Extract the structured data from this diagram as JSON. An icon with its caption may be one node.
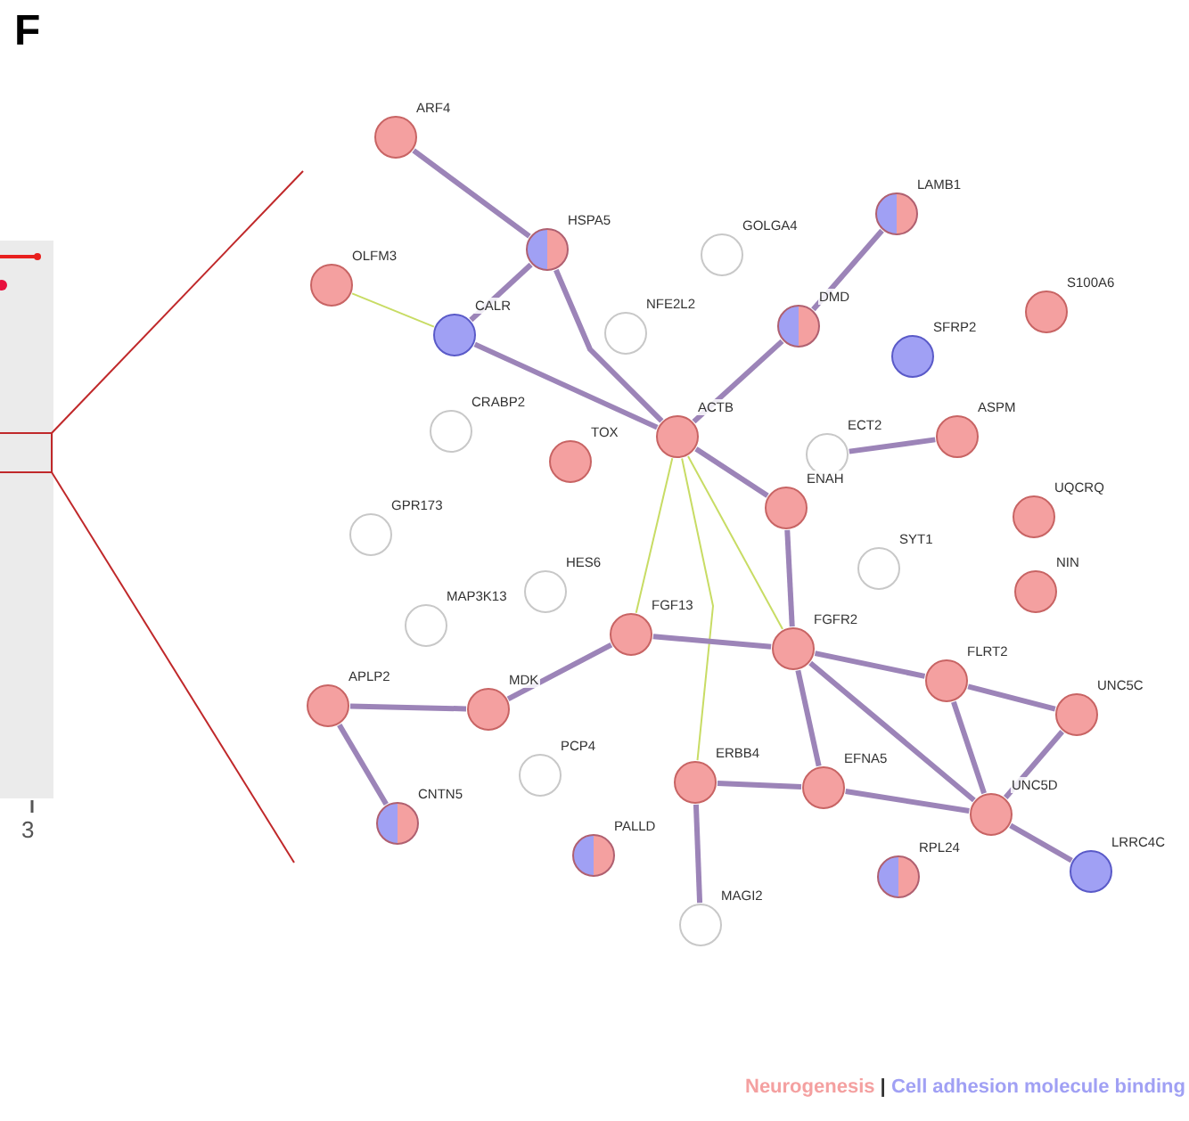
{
  "diagram": {
    "title": "F",
    "nodes": [
      {
        "text": [
          "ARF4"
        ]
      },
      {
        "text": [
          "HSPA5"
        ]
      },
      {
        "text": [
          "GOLGA4"
        ]
      },
      {
        "text": [
          "LAMB1"
        ]
      },
      {
        "text": [
          "OLFM3"
        ]
      },
      {
        "text": [
          "NFE2L2"
        ]
      },
      {
        "text": [
          "CALR"
        ]
      },
      {
        "text": [
          "DMD"
        ]
      },
      {
        "text": [
          "SFRP2"
        ]
      },
      {
        "text": [
          "S100A6"
        ]
      },
      {
        "text": [
          "CRABP2"
        ]
      },
      {
        "text": [
          "ACTB"
        ]
      },
      {
        "text": [
          "TOX"
        ]
      },
      {
        "text": [
          "ECT2"
        ]
      },
      {
        "text": [
          "ASPM"
        ]
      },
      {
        "text": [
          "GPR173"
        ]
      },
      {
        "text": [
          "ENAH"
        ]
      },
      {
        "text": [
          "UQCRQ"
        ]
      },
      {
        "text": [
          "HES6"
        ]
      },
      {
        "text": [
          "SYT1"
        ]
      },
      {
        "text": [
          "NIN"
        ]
      },
      {
        "text": [
          "MAP3K13"
        ]
      },
      {
        "text": [
          "FGF13"
        ]
      },
      {
        "text": [
          "FGFR2"
        ]
      },
      {
        "text": [
          "APLP2"
        ]
      },
      {
        "text": [
          "MDK"
        ]
      },
      {
        "text": [
          "FLRT2"
        ]
      },
      {
        "text": [
          "UNC5C"
        ]
      },
      {
        "text": [
          "PCP4"
        ]
      },
      {
        "text": [
          "ERBB4"
        ]
      },
      {
        "text": [
          "EFNA5"
        ]
      },
      {
        "text": [
          "UNC5D"
        ]
      },
      {
        "text": [
          "CNTN5"
        ]
      },
      {
        "text": [
          "PALLD"
        ]
      },
      {
        "text": [
          "LRRC4C"
        ]
      },
      {
        "text": [
          "MAGI2"
        ]
      },
      {
        "text": [
          "RPL24"
        ]
      }
    ],
    "edges": [
      {
        "from": 0,
        "to": 1,
        "arrow": "none"
      },
      {
        "from": 1,
        "to": 6,
        "arrow": "none"
      },
      {
        "from": 1,
        "to": 11,
        "arrow": "none"
      },
      {
        "from": 4,
        "to": 6,
        "arrow": "none",
        "color": "#c8dc64"
      },
      {
        "from": 6,
        "to": 11,
        "arrow": "none"
      },
      {
        "from": 3,
        "to": 7,
        "arrow": "none"
      },
      {
        "from": 7,
        "to": 11,
        "arrow": "none"
      },
      {
        "from": 11,
        "to": 16,
        "arrow": "none"
      },
      {
        "from": 11,
        "to": 22,
        "arrow": "none",
        "color": "#c8dc64"
      },
      {
        "from": 11,
        "to": 29,
        "arrow": "none",
        "color": "#c8dc64"
      },
      {
        "from": 11,
        "to": 23,
        "arrow": "none",
        "color": "#c8dc64"
      },
      {
        "from": 13,
        "to": 14,
        "arrow": "none"
      },
      {
        "from": 16,
        "to": 23,
        "arrow": "none"
      },
      {
        "from": 22,
        "to": 23,
        "arrow": "none"
      },
      {
        "from": 22,
        "to": 25,
        "arrow": "none"
      },
      {
        "from": 25,
        "to": 24,
        "arrow": "none"
      },
      {
        "from": 24,
        "to": 32,
        "arrow": "none"
      },
      {
        "from": 23,
        "to": 26,
        "arrow": "none"
      },
      {
        "from": 23,
        "to": 30,
        "arrow": "none"
      },
      {
        "from": 23,
        "to": 31,
        "arrow": "none"
      },
      {
        "from": 26,
        "to": 27,
        "arrow": "none"
      },
      {
        "from": 26,
        "to": 31,
        "arrow": "none"
      },
      {
        "from": 27,
        "to": 31,
        "arrow": "none"
      },
      {
        "from": 31,
        "to": 34,
        "arrow": "none"
      },
      {
        "from": 30,
        "to": 31,
        "arrow": "none"
      },
      {
        "from": 29,
        "to": 30,
        "arrow": "none"
      },
      {
        "from": 29,
        "to": 35,
        "arrow": "none"
      }
    ],
    "labels": [
      "3",
      "|"
    ],
    "legend": [
      {
        "text": "Neurogenesis",
        "color": "#f4a0a0"
      },
      {
        "text": "Cell adhesion molecule binding",
        "color": "#a0a0f4"
      }
    ]
  }
}
